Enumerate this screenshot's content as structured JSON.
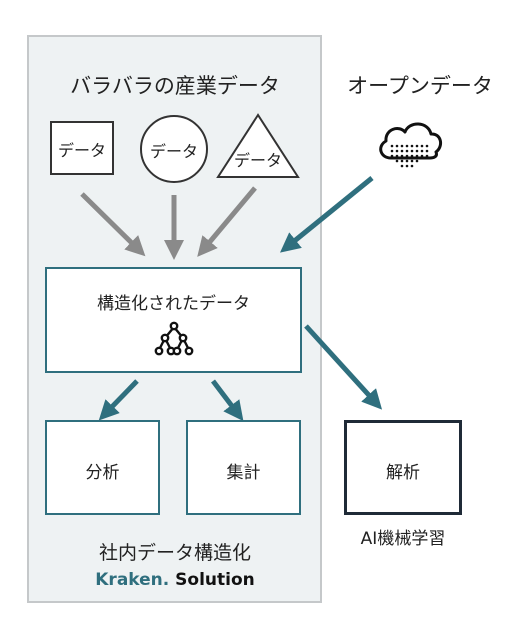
{
  "diagram": {
    "scattered_data_title": "バラバラの産業データ",
    "open_data_title": "オープンデータ",
    "shape_square_label": "データ",
    "shape_circle_label": "データ",
    "shape_triangle_label": "データ",
    "structured_data_label": "構造化されたデータ",
    "analysis_label": "分析",
    "aggregation_label": "集計",
    "interpretation_label": "解析",
    "ml_caption": "AI機械学習",
    "footer_title": "社内データ構造化",
    "brand_name": "Kraken.",
    "brand_suffix": "Solution",
    "icons": {
      "open_data": "cloud-data-icon",
      "structure": "tree-network-icon"
    },
    "colors": {
      "teal": "#2f6f7e",
      "gray_arrow": "#8a8a8a",
      "panel_bg": "#eef2f3",
      "panel_border": "#c5c8ca",
      "dark_box": "#1f2a37"
    }
  }
}
